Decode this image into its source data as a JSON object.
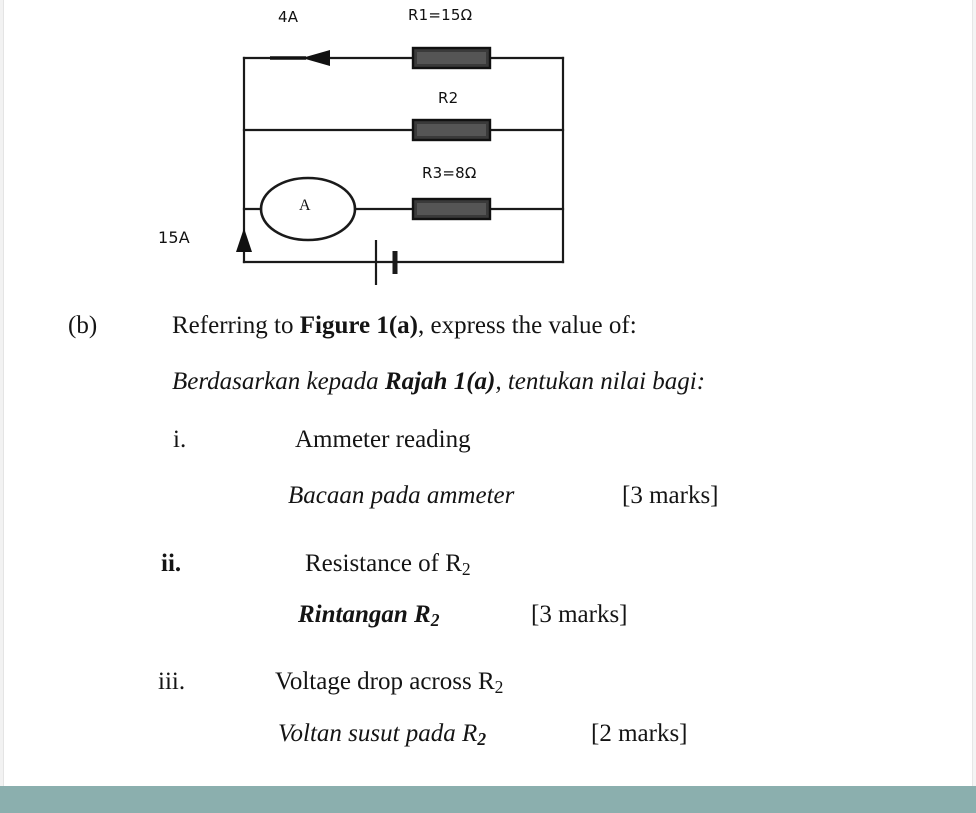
{
  "page": {
    "background_color": "#ffffff",
    "footer_band_color": "#8bafae",
    "edge_color": "#f2f2f2"
  },
  "figure": {
    "name": "circuit-diagram",
    "description": "Parallel resistor circuit with ammeter and battery",
    "labels": {
      "branch_current_top": "4A",
      "r1": "R1=15Ω",
      "r2": "R2",
      "r3": "R3=8Ω",
      "total_current": "15A",
      "ammeter": "A"
    },
    "components": [
      {
        "name": "resistor-r1",
        "label": "R1=15Ω",
        "branch": 1
      },
      {
        "name": "resistor-r2",
        "label": "R2",
        "branch": 2
      },
      {
        "name": "resistor-r3",
        "label": "R3=8Ω",
        "branch": 3
      },
      {
        "name": "ammeter",
        "label": "A",
        "branch": 3
      },
      {
        "name": "battery",
        "label": "",
        "branch": "bottom"
      }
    ]
  },
  "question": {
    "part_label": "(b)",
    "stem_en_pre": "Referring to ",
    "stem_en_bold": "Figure 1(a)",
    "stem_en_post": ", express the value of:",
    "stem_ms_pre": "Berdasarkan kepada ",
    "stem_ms_bold": "Rajah 1(a)",
    "stem_ms_post": ", tentukan nilai bagi:",
    "items": [
      {
        "numeral": "i.",
        "en": "Ammeter reading",
        "ms_pre": "Bacaan pada ammeter",
        "ms_sub": "",
        "ms_post": "",
        "marks": "[3 marks]"
      },
      {
        "numeral": "ii.",
        "en_pre": "Resistance of R",
        "en_sub": "2",
        "ms_pre": "Rintangan R",
        "ms_sub": "2",
        "marks": "[3 marks]"
      },
      {
        "numeral": "iii.",
        "en_pre": "Voltage drop across R",
        "en_sub": "2",
        "ms_pre": "Voltan susut pada R",
        "ms_sub": "2",
        "marks": "[2 marks]"
      }
    ]
  }
}
